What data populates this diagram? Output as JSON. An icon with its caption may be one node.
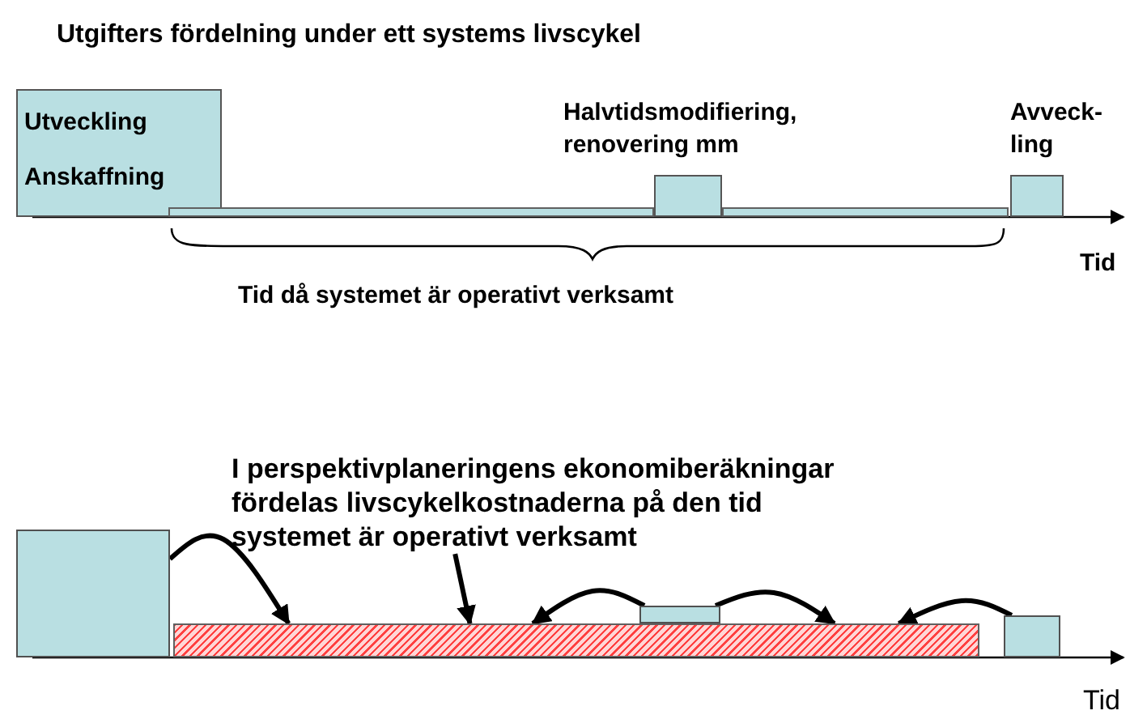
{
  "diagram": {
    "title": "Utgifters fördelning under ett systems livscykel",
    "nodes": [
      {
        "text": [
          "Utveckling",
          "Anskaffning"
        ]
      },
      {
        "text": [],
        "shape": "bar"
      },
      {
        "text": [
          "Halvtidsmodifiering, renovering mm"
        ]
      },
      {
        "text": [],
        "shape": "bar"
      },
      {
        "text": [
          "Avveck- ling"
        ]
      },
      {
        "text": [
          "I perspektivplaneringens ekonomiberäkningar fördelas livscykelkostnaderna på den tid systemet är operativt verksamt"
        ]
      },
      {
        "text": [],
        "shape": "box"
      },
      {
        "text": [],
        "shape": "bar"
      },
      {
        "text": [],
        "shape": "box"
      },
      {
        "text": [],
        "shape": "box"
      }
    ],
    "edges": [
      {
        "from": 6,
        "to": 7,
        "arrow": "to"
      },
      {
        "from": 5,
        "to": 7,
        "arrow": "to"
      },
      {
        "from": 8,
        "to": 7,
        "arrow": "to"
      },
      {
        "from": 8,
        "to": 7,
        "arrow": "to"
      },
      {
        "from": 9,
        "to": 7,
        "arrow": "to"
      }
    ],
    "labels": [
      "Tid",
      "Tid då systemet är operativt verksamt",
      "Tid"
    ]
  }
}
